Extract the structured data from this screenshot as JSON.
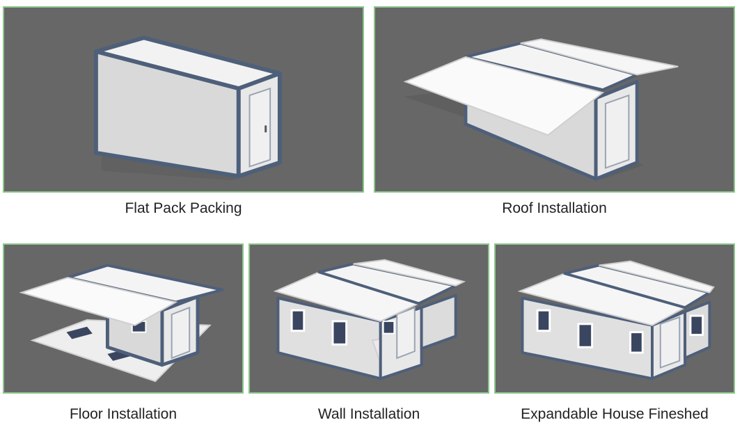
{
  "steps": [
    {
      "label": "Flat Pack Packing"
    },
    {
      "label": "Roof Installation"
    },
    {
      "label": "Floor Installation"
    },
    {
      "label": "Wall Installation"
    },
    {
      "label": "Expandable House Fineshed"
    }
  ],
  "colors": {
    "panel_background": "#676767",
    "panel_border": "#8cc68c",
    "frame": "#4e5f7a",
    "wall": "#e3e3e3",
    "roof": "#f4f4f4",
    "window": "#3a4660"
  }
}
